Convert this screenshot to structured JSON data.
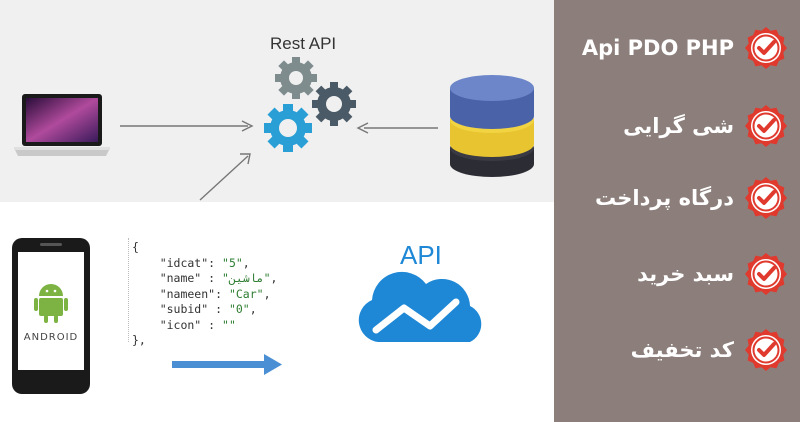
{
  "diagram": {
    "rest_label": "Rest API",
    "api_label": "API",
    "json_lines": [
      {
        "pre": "{",
        "str": "",
        "post": ""
      },
      {
        "pre": "    \"idcat\": ",
        "str": "\"5\"",
        "post": ","
      },
      {
        "pre": "    \"name\" : ",
        "str": "\"ماشین\"",
        "post": ","
      },
      {
        "pre": "    \"nameen\": ",
        "str": "\"Car\"",
        "post": ","
      },
      {
        "pre": "    \"subid\" : ",
        "str": "\"0\"",
        "post": ","
      },
      {
        "pre": "    \"icon\" : ",
        "str": "\"\"",
        "post": ""
      },
      {
        "pre": "},",
        "str": "",
        "post": ""
      }
    ],
    "android_text": "ANDROID"
  },
  "features": [
    {
      "label": "Api PDO PHP",
      "icon": "check-badge-icon"
    },
    {
      "label": "شی گرایی",
      "icon": "check-badge-icon"
    },
    {
      "label": "درگاه پرداخت",
      "icon": "check-badge-icon"
    },
    {
      "label": "سبد خرید",
      "icon": "check-badge-icon"
    },
    {
      "label": "کد تخفیف",
      "icon": "check-badge-icon"
    }
  ],
  "colors": {
    "sidebar": "#8c7f7b",
    "badge": "#e03a2f",
    "cloud": "#1e88d6",
    "gear_blue": "#2a9fd6",
    "gear_gray": "#7f8c8d",
    "gear_dark": "#4a5a66"
  }
}
